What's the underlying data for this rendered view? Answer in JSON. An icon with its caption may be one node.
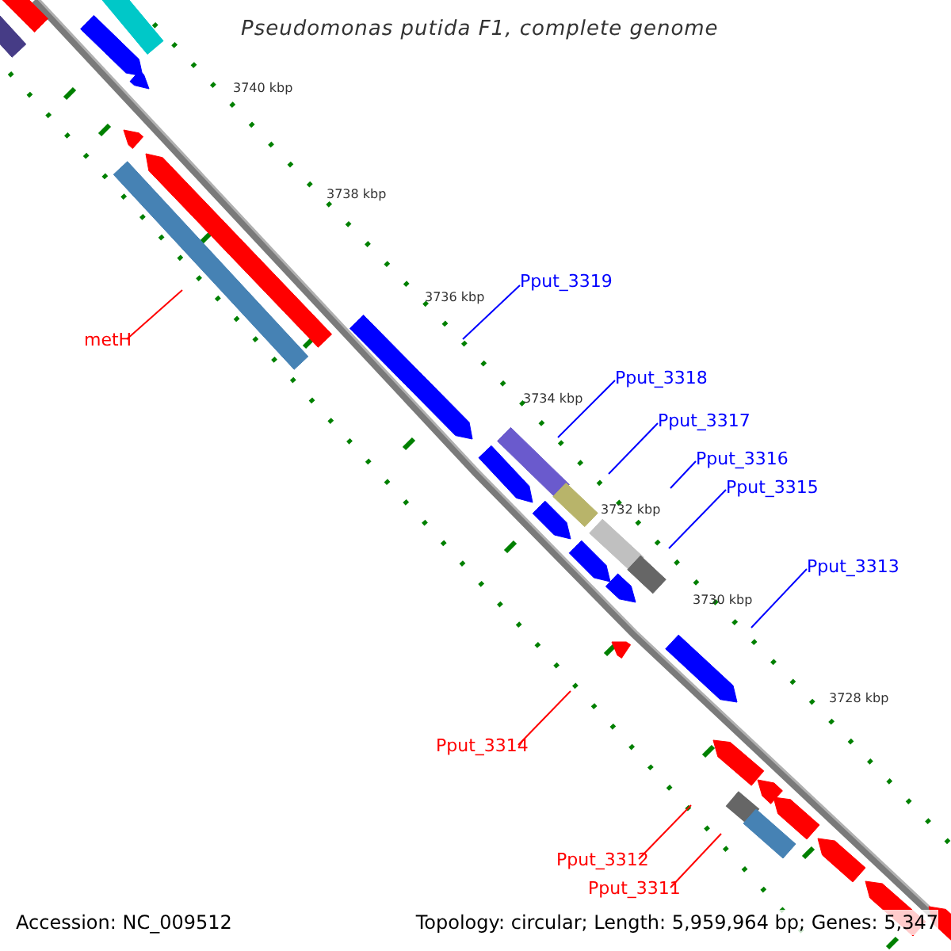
{
  "diagram": {
    "title": "Pseudomonas putida F1, complete genome",
    "nodes": [
      {
        "text": [
          "Pput_3319"
        ]
      },
      {
        "text": [
          "metH"
        ]
      },
      {
        "text": [
          "Pput_3318"
        ]
      },
      {
        "text": [
          "Pput_3317"
        ]
      },
      {
        "text": [
          "Pput_3316"
        ]
      },
      {
        "text": [
          "Pput_3315"
        ]
      },
      {
        "text": [
          "Pput_3313"
        ]
      },
      {
        "text": [
          "Pput_3314"
        ]
      },
      {
        "text": [
          "Pput_3312"
        ]
      },
      {
        "text": [
          "Pput_3311"
        ]
      }
    ],
    "edges": [
      {
        "from": 0,
        "to": null,
        "arrow": "none"
      },
      {
        "from": 1,
        "to": null,
        "arrow": "none",
        "color": "#ff0000"
      },
      {
        "from": 2,
        "to": null,
        "arrow": "none"
      },
      {
        "from": 3,
        "to": null,
        "arrow": "none"
      },
      {
        "from": 4,
        "to": null,
        "arrow": "none"
      },
      {
        "from": 5,
        "to": null,
        "arrow": "none"
      },
      {
        "from": 6,
        "to": null,
        "arrow": "none"
      },
      {
        "from": 7,
        "to": null,
        "arrow": "none",
        "color": "#ff0000"
      },
      {
        "from": 8,
        "to": null,
        "arrow": "none",
        "color": "#ff0000"
      },
      {
        "from": 9,
        "to": null,
        "arrow": "none",
        "color": "#ff0000"
      }
    ],
    "labels": [
      "3740 kbp",
      "3738 kbp",
      "3736 kbp",
      "3734 kbp",
      "3732 kbp",
      "3730 kbp",
      "3728 kbp",
      "Accession: NC_009512",
      "Topology: circular; Length: 5,959,964 bp; Genes: 5,347"
    ]
  }
}
